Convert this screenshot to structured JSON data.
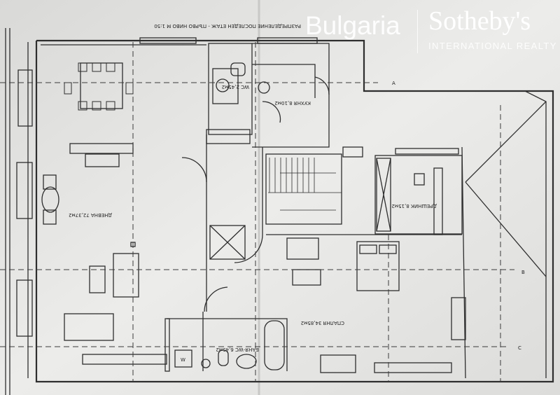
{
  "plan": {
    "title": "РАЗПРЕДЕЛЕНИЕ ПОСЛЕДЕН ЕТАЖ - ПЪРВО НИВО М 1:50",
    "rooms": {
      "wc": "WC 2,45м2",
      "kitchen": "КУХНЯ 8,10м2",
      "living": "ДНЕВНА 72,37м2",
      "closet": "ДРЕШНИК 8,15м2",
      "bedroom": "СПАЛНЯ 34,85м2",
      "bathroom": "БАНЯ-WC 6,45м2"
    },
    "axes": {
      "a": "A",
      "b": "B",
      "c": "C"
    },
    "fixture_w": "W"
  },
  "watermark": {
    "bulgaria": "Bulgaria",
    "sothebys": "Sotheby's",
    "realty": "INTERNATIONAL REALTY"
  },
  "colors": {
    "paper": "#e6e6e4",
    "ink": "#2e2e2e"
  }
}
